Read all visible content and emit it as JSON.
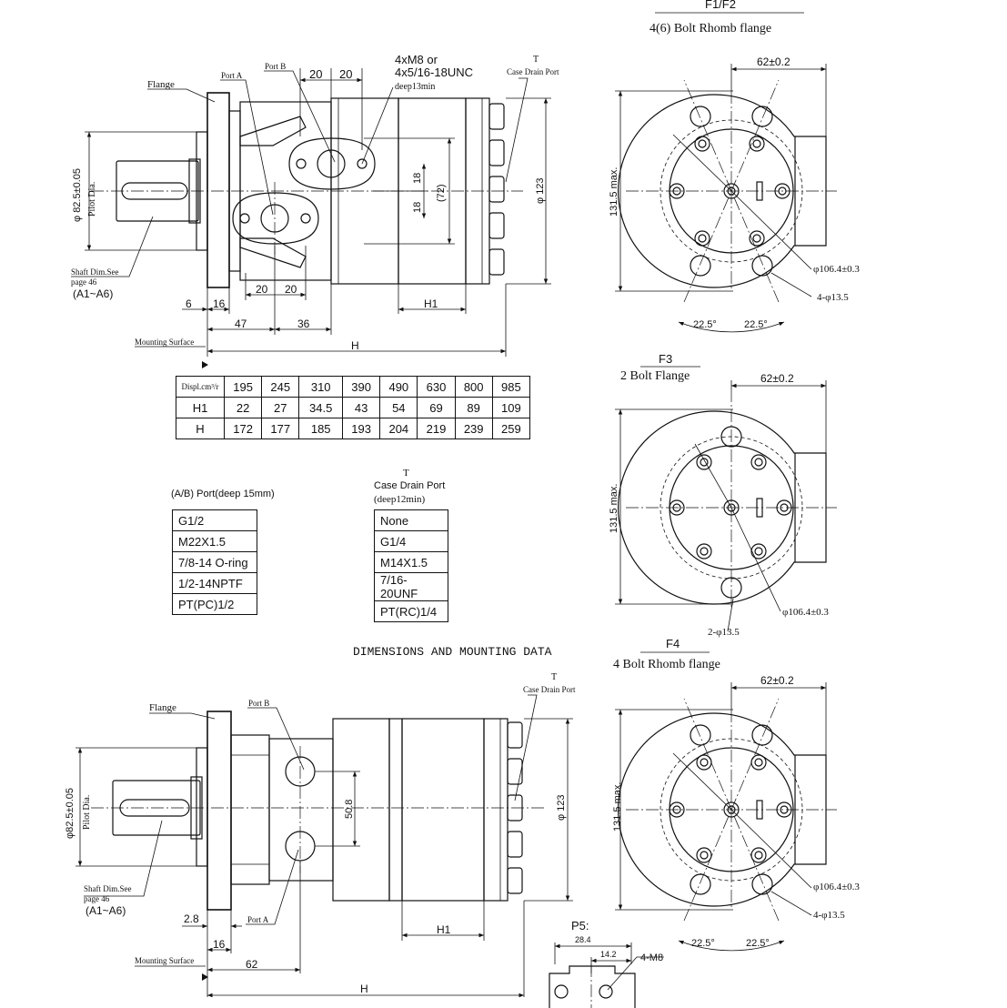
{
  "top_view": {
    "flange": "Flange",
    "port_a": "Port A",
    "port_b": "Port B",
    "dim_20a": "20",
    "dim_20b": "20",
    "thread_line1": "4xM8 or",
    "thread_line2": "4x5/16-18UNC",
    "thread_deep": "deep13min",
    "t_label": "T",
    "case_drain": "Case Drain Port",
    "pilot_dim": "φ 82.5±0.05",
    "pilot_label": "Pilot Dia.",
    "dim_18a": "18",
    "dim_18b": "18",
    "dim_72": "(72)",
    "dim_123": "φ 123",
    "shaft_see": "Shaft Dim.See",
    "page_ref": "page 46",
    "a_range": "(A1~A6)",
    "dim_6": "6",
    "dim_16": "16",
    "dim_20c": "20",
    "dim_20d": "20",
    "h1": "H1",
    "dim_47": "47",
    "dim_36": "36",
    "mounting": "Mounting Surface",
    "h": "H"
  },
  "displacement_table": {
    "header": "Displ.cm³/r",
    "displ": [
      "195",
      "245",
      "310",
      "390",
      "490",
      "630",
      "800",
      "985"
    ],
    "h1_label": "H1",
    "h1": [
      "22",
      "27",
      "34.5",
      "43",
      "54",
      "69",
      "89",
      "109"
    ],
    "h_label": "H",
    "h": [
      "172",
      "177",
      "185",
      "193",
      "204",
      "219",
      "239",
      "259"
    ]
  },
  "ab_port": {
    "title": "(A/B) Port(deep 15mm)",
    "rows": [
      "G1/2",
      "M22X1.5",
      "7/8-14 O-ring",
      "1/2-14NPTF",
      "PT(PC)1/2"
    ]
  },
  "t_port": {
    "t": "T",
    "title": "Case Drain Port",
    "deep": "(deep12min)",
    "rows": [
      "None",
      "G1/4",
      "M14X1.5",
      "7/16-20UNF",
      "PT(RC)1/4"
    ]
  },
  "caption": "DIMENSIONS AND MOUNTING DATA",
  "f12": {
    "code": "F1/F2",
    "title": "4(6) Bolt Rhomb flange",
    "dim_62": "62±0.2",
    "dim_131": "131.5 max.",
    "pcd": "φ106.4±0.3",
    "holes": "4-φ13.5",
    "ang1": "22.5°",
    "ang2": "22.5°"
  },
  "f3": {
    "code": "F3",
    "title": "2 Bolt Flange",
    "dim_62": "62±0.2",
    "dim_131": "131.5 max.",
    "pcd": "φ106.4±0.3",
    "holes": "2-φ13.5"
  },
  "f4": {
    "code": "F4",
    "title": "4 Bolt Rhomb flange",
    "dim_62": "62±0.2",
    "dim_131": "131.5 max.",
    "pcd": "φ106.4±0.3",
    "holes": "4-φ13.5",
    "ang1": "22.5°",
    "ang2": "22.5°"
  },
  "bottom_view": {
    "flange": "Flange",
    "port_b": "Port B",
    "t_label": "T",
    "case_drain": "Case Drain Port",
    "pilot_dim": "φ82.5±0.05",
    "pilot_label": "Pilot Dia.",
    "dim_50_8": "50.8",
    "dim_123": "φ 123",
    "shaft_see": "Shaft Dim.See",
    "page_ref": "page 46",
    "a_range": "(A1~A6)",
    "dim_2_8": "2.8",
    "port_a": "Port A",
    "dim_16": "16",
    "h1": "H1",
    "mounting": "Mounting Surface",
    "dim_62": "62",
    "h": "H"
  },
  "p5": {
    "title": "P5:",
    "dim_28": "28.4",
    "dim_14": "14.2",
    "thread": "4-M8"
  }
}
